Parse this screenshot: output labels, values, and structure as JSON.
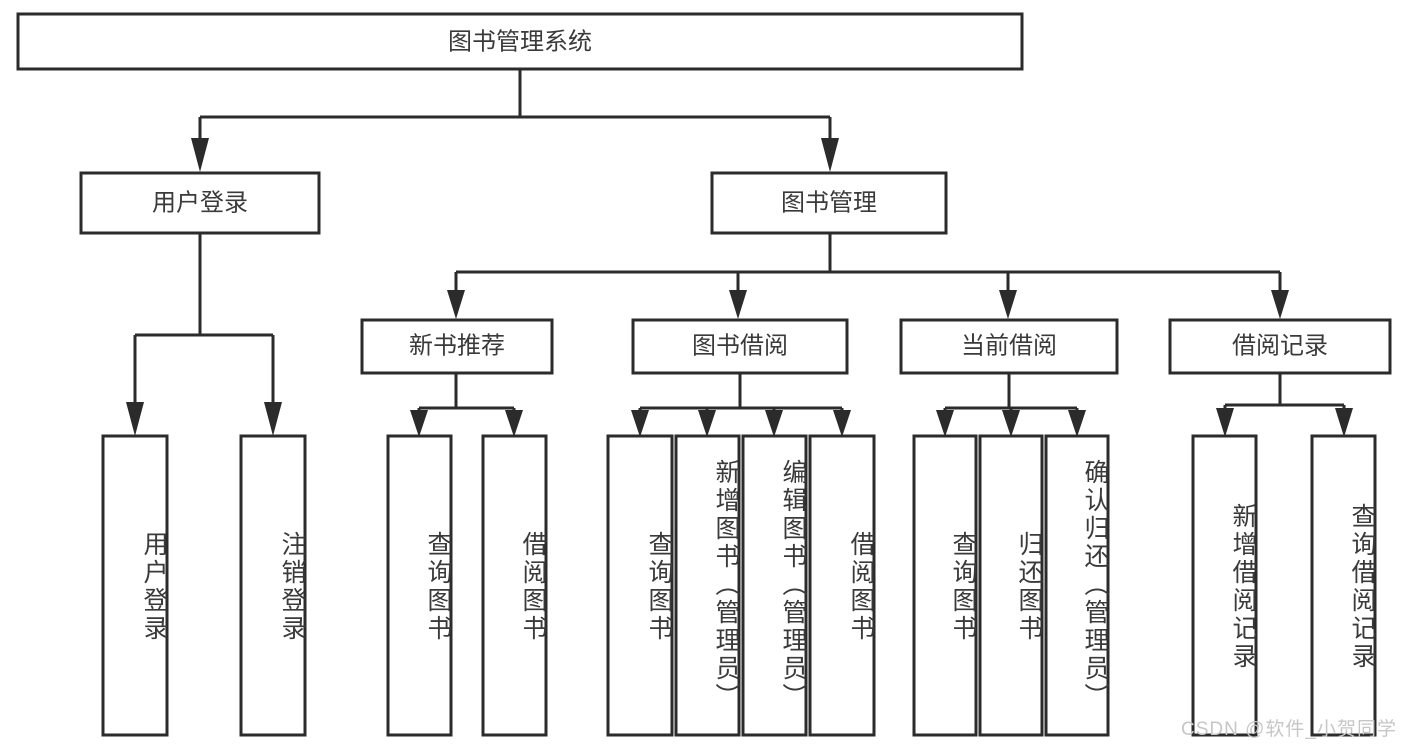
{
  "diagram": {
    "title": "图书管理系统",
    "type": "tree-hierarchy-diagram",
    "colors": {
      "box_stroke": "#2b2b2b",
      "box_fill": "#ffffff",
      "text": "#3a3a3a",
      "connector": "#2b2b2b",
      "background": "#ffffff",
      "watermark": "#c7c7c7"
    },
    "root": {
      "label": "图书管理系统"
    },
    "level2": [
      {
        "label": "用户登录"
      },
      {
        "label": "图书管理"
      }
    ],
    "level3": [
      {
        "label": "新书推荐"
      },
      {
        "label": "图书借阅"
      },
      {
        "label": "当前借阅"
      },
      {
        "label": "借阅记录"
      }
    ],
    "leaves": {
      "user_login": [
        {
          "label": "用户登录"
        },
        {
          "label": "注销登录"
        }
      ],
      "new_book_recommend": [
        {
          "label": "查询图书"
        },
        {
          "label": "借阅图书"
        }
      ],
      "book_borrow": [
        {
          "label": "查询图书"
        },
        {
          "label": "新增图书（管理员）"
        },
        {
          "label": "编辑图书（管理员）"
        },
        {
          "label": "借阅图书"
        }
      ],
      "current_borrow": [
        {
          "label": "查询图书"
        },
        {
          "label": "归还图书"
        },
        {
          "label": "确认归还（管理员）"
        }
      ],
      "borrow_record": [
        {
          "label": "新增借阅记录"
        },
        {
          "label": "查询借阅记录"
        }
      ]
    }
  },
  "watermark": {
    "text": "CSDN @软件_小贺同学"
  }
}
